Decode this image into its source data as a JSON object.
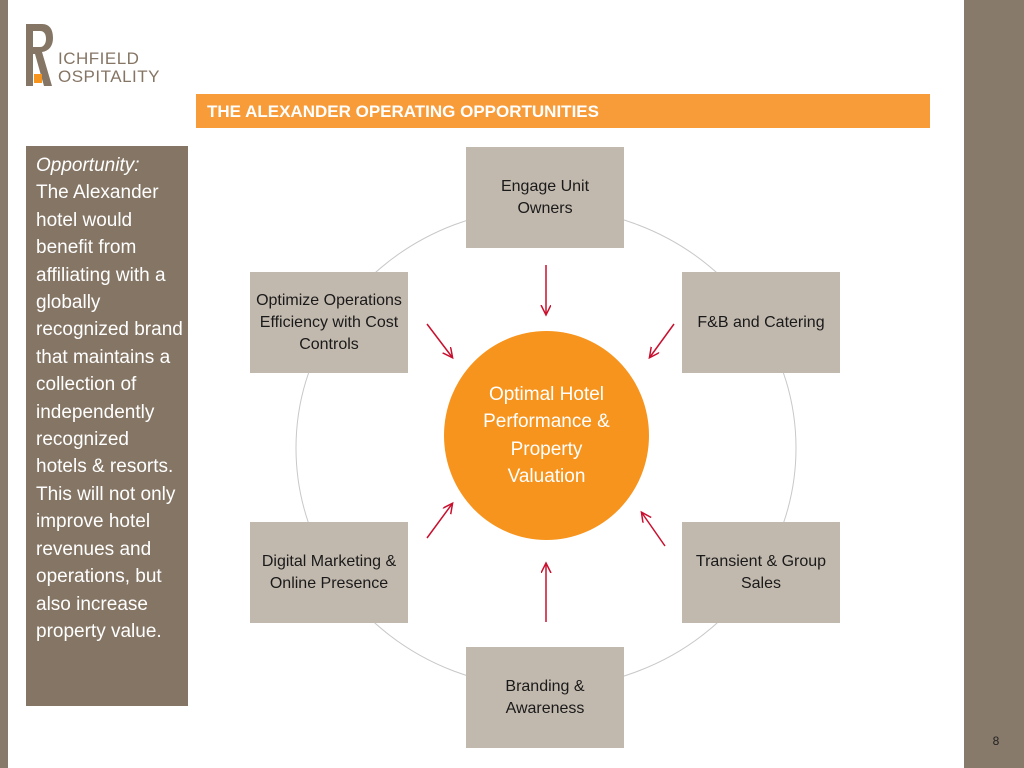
{
  "colors": {
    "frame": "#887A6A",
    "accent_orange": "#F89C3A",
    "center_orange": "#F7941D",
    "box_fill": "#C2B9AE",
    "side_box": "#857564",
    "arrow": "#C8102E",
    "ring": "#C8C8C8",
    "logo_gray": "#857564",
    "logo_orange": "#F7941D"
  },
  "logo": {
    "line1": "ICHFIELD",
    "line2": "OSPITALITY"
  },
  "title": "THE ALEXANDER OPERATING OPPORTUNITIES",
  "sidebar": {
    "label": "Opportunity:",
    "text": "The Alexander hotel would benefit from affiliating with a globally recognized brand that maintains a collection of independently recognized hotels & resorts. This will not only improve hotel revenues and operations, but also increase property value."
  },
  "diagram": {
    "center": "Optimal Hotel Performance & Property Valuation",
    "nodes": [
      {
        "id": "top",
        "label": "Engage Unit Owners"
      },
      {
        "id": "upper-right",
        "label": "F&B and Catering"
      },
      {
        "id": "lower-right",
        "label": "Transient & Group Sales"
      },
      {
        "id": "bottom",
        "label": "Branding & Awareness"
      },
      {
        "id": "lower-left",
        "label": "Digital Marketing & Online Presence"
      },
      {
        "id": "upper-left",
        "label": "Optimize Operations Efficiency with Cost Controls"
      }
    ]
  },
  "page_number": "8"
}
